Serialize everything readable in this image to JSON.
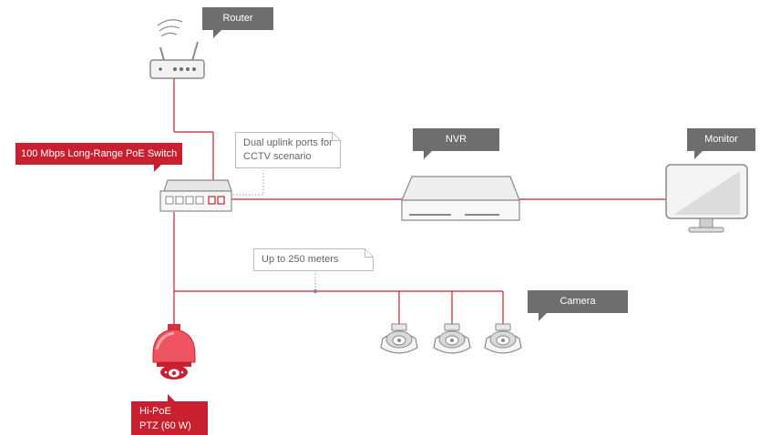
{
  "labels": {
    "router": "Router",
    "switch": "100 Mbps Long-Range PoE Switch",
    "nvr": "NVR",
    "monitor": "Monitor",
    "camera": "Camera",
    "ptz_line1": "Hi-PoE",
    "ptz_line2": "PTZ (60 W)"
  },
  "notes": {
    "uplink_line1": "Dual uplink ports for",
    "uplink_line2": "CCTV scenario",
    "distance": "Up to 250 meters"
  },
  "colors": {
    "accent_red": "#c8202f",
    "tag_gray": "#6e6e6e",
    "device_gray": "#8a8a8a",
    "device_fill": "#f2f2f2"
  },
  "icons": [
    "wifi-router-icon",
    "poe-switch-icon",
    "nvr-icon",
    "monitor-icon",
    "dome-camera-icon",
    "ptz-camera-icon"
  ]
}
